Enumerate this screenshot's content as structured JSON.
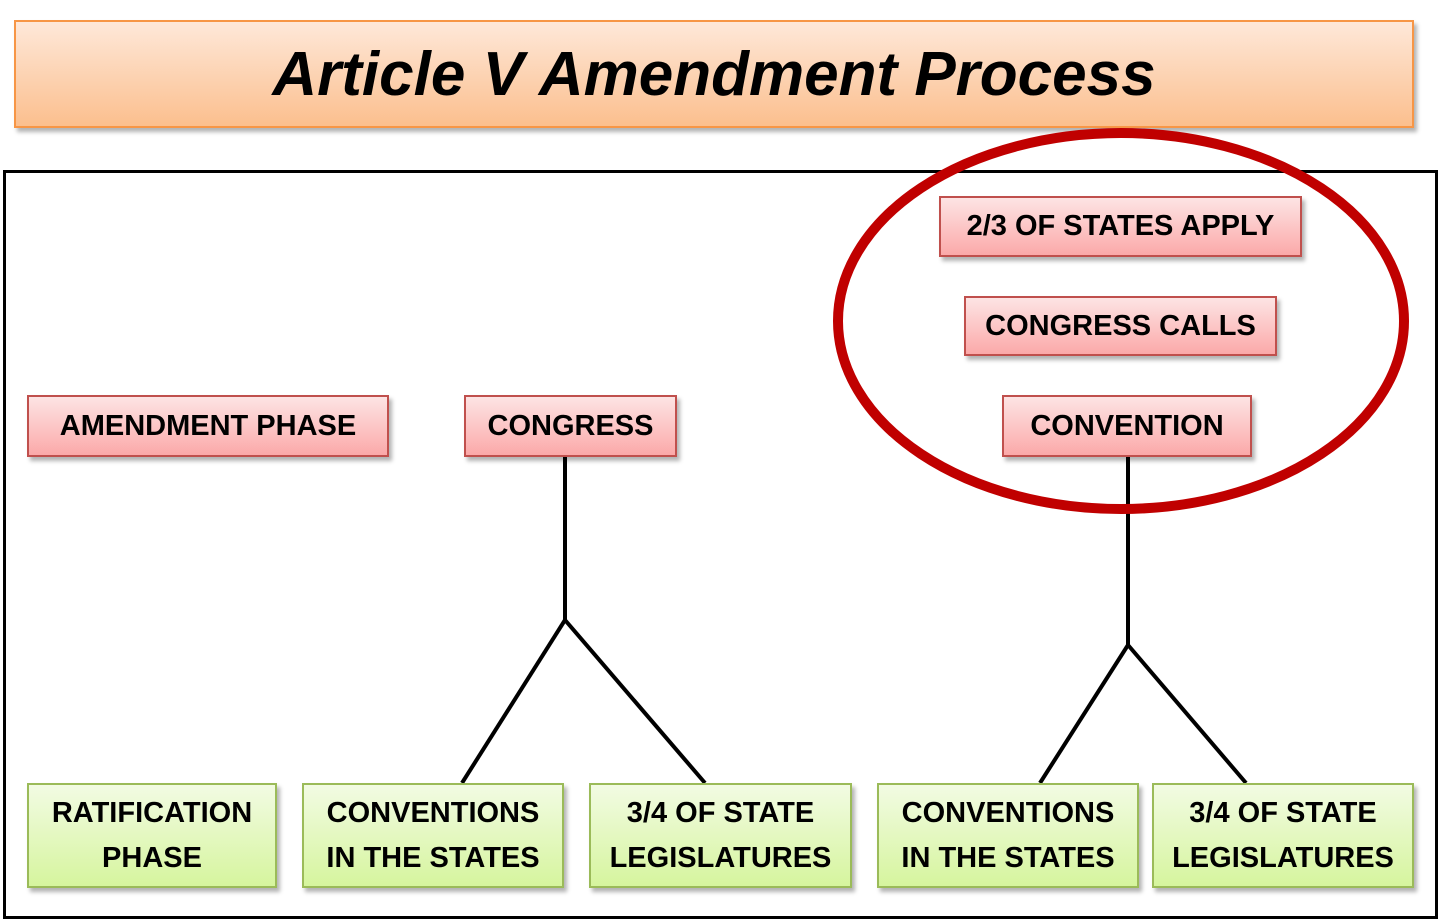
{
  "title": "Article V Amendment Process",
  "amendment_phase": {
    "label": "AMENDMENT PHASE",
    "congress": "CONGRESS",
    "convention": "CONVENTION",
    "states_apply": "2/3 OF STATES APPLY",
    "congress_calls": "CONGRESS CALLS"
  },
  "ratification_phase": {
    "label": [
      "RATIFICATION",
      "PHASE"
    ],
    "congress_conventions": [
      "CONVENTIONS",
      "IN THE STATES"
    ],
    "congress_legislatures": [
      "3/4 OF STATE",
      "LEGISLATURES"
    ],
    "convention_conventions": [
      "CONVENTIONS",
      "IN THE STATES"
    ],
    "convention_legislatures": [
      "3/4 OF STATE",
      "LEGISLATURES"
    ]
  },
  "colors": {
    "highlight": "#c00000",
    "amendment": "#c0504d",
    "ratification": "#9bbb59",
    "title": "#f79646"
  }
}
